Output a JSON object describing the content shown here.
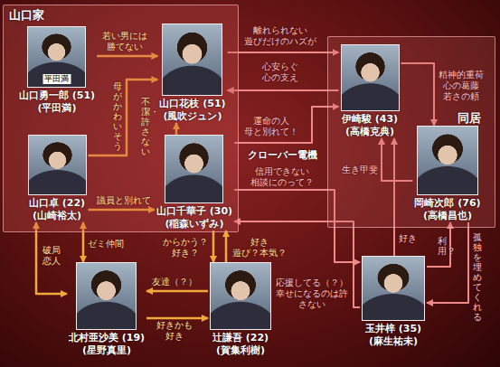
{
  "diagram": {
    "nodes": [
      {
        "text": [
          "山口家"
        ]
      },
      {
        "text": [
          "平田満",
          "山口勇一郎 (51)",
          "(平田満)"
        ],
        "in": 0
      },
      {
        "text": [
          "山口花枝 (51)",
          "(風吹ジュン)"
        ],
        "in": 0
      },
      {
        "text": [
          "同居"
        ]
      },
      {
        "text": [
          "伊崎駿 (43)",
          "(高橋克典)"
        ],
        "in": 3
      },
      {
        "text": [
          "岡崎次郎 (76)",
          "(高橋昌也)"
        ],
        "in": 3
      },
      {
        "text": [
          "山口卓 (22)",
          "(山崎裕太)"
        ],
        "in": 0
      },
      {
        "text": [
          "山口千華子 (30)",
          "(稲森いずみ)"
        ],
        "in": 0
      },
      {
        "text": [
          "玉井梓 (35)",
          "(麻生祐未)"
        ]
      },
      {
        "text": [
          "北村亜沙美 (19)",
          "(星野真里)"
        ]
      },
      {
        "text": [
          "辻謙吾 (22)",
          "(賀集利樹)"
        ]
      }
    ],
    "edges": [
      {
        "from": 1,
        "to": 2,
        "arrow": "to",
        "label": "若い男には 勝てない"
      },
      {
        "from": 6,
        "to": 2,
        "arrow": "to",
        "label": "母がかわいそう"
      },
      {
        "from": 7,
        "to": 2,
        "arrow": "to",
        "label": "不潔・許さない"
      },
      {
        "from": 2,
        "to": 4,
        "arrow": "to",
        "label": "離れられない 遊びだけのハズが"
      },
      {
        "from": 4,
        "to": 2,
        "arrow": "to",
        "label": "心安らぐ 心の支え"
      },
      {
        "from": 4,
        "to": 5,
        "arrow": "to",
        "label": "精神的重荷 心の葛藤 若さの頼"
      },
      {
        "from": 5,
        "to": 4,
        "arrow": "to",
        "label": "生き甲斐"
      },
      {
        "from": 7,
        "to": 4,
        "arrow": "to",
        "label": "運命の人 母と別れて！"
      },
      {
        "from": 6,
        "to": 7,
        "arrow": "to",
        "label": "議員と別れて"
      },
      {
        "from": 7,
        "to": 8,
        "arrow": "to",
        "label": "信用できない 相談にのって？"
      },
      {
        "from": 8,
        "to": 7,
        "arrow": "to",
        "label": "応援してる（？） 幸せになるのは許さない"
      },
      {
        "from": 8,
        "to": 4,
        "arrow": "to",
        "label": "好き"
      },
      {
        "from": 5,
        "to": 8,
        "arrow": "to",
        "label": "孤独を埋めてくれる"
      },
      {
        "from": 8,
        "to": 5,
        "arrow": "to",
        "label": "利用？"
      },
      {
        "from": 6,
        "to": 9,
        "arrow": "both",
        "label": "破局 恋人"
      },
      {
        "from": 6,
        "to": 9,
        "arrow": "both",
        "label": "ゼミ仲間"
      },
      {
        "from": 7,
        "to": 10,
        "arrow": "to",
        "label": "からかう？ 好き？"
      },
      {
        "from": 10,
        "to": 7,
        "arrow": "to",
        "label": "好き 遊び？本気？"
      },
      {
        "from": 10,
        "to": 9,
        "arrow": "to",
        "label": "友達（？）"
      },
      {
        "from": 9,
        "to": 10,
        "arrow": "to",
        "label": "好きかも 好き"
      }
    ],
    "labels": [
      "クローバー電機"
    ]
  }
}
